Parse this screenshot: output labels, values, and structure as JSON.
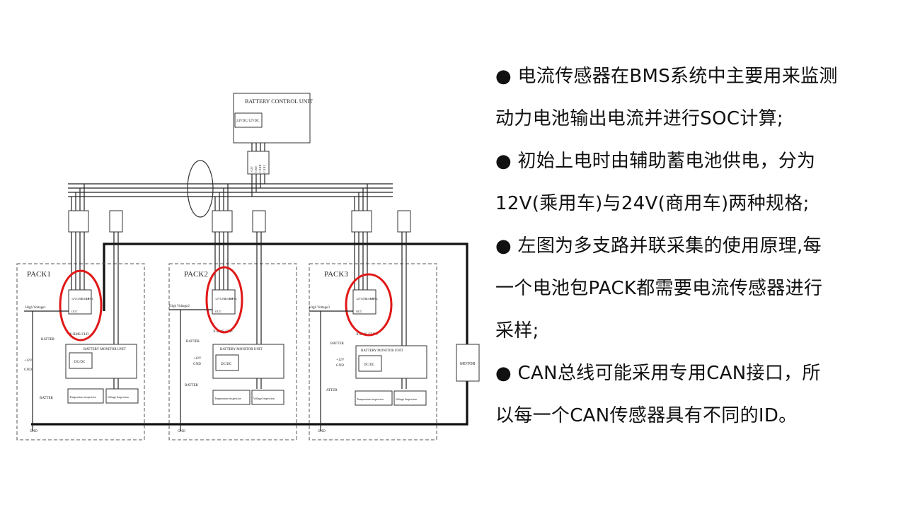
{
  "diagram": {
    "control_unit": {
      "title": "BATTERY CONTROL UNIT",
      "inner_label": "24VDC/12VDC"
    },
    "harness_labels": [
      "+12V",
      "GND",
      "CANH",
      "CANL"
    ],
    "packs": [
      {
        "name": "PACK1",
        "high_voltage": "High Voltage1",
        "sensor": "X-BMS-CLD",
        "sensor_pins": [
          "12V",
          "GND",
          "CANH",
          "CANL",
          "OUT"
        ],
        "monitor": "BATTERY MONITOR UNIT",
        "dcdc": "DC/DC",
        "temp": "Temperature inspection",
        "volt": "Voltage Inspection",
        "side_labels": [
          "BATTER",
          "+12V",
          "GND",
          "BATTER",
          "GND"
        ]
      },
      {
        "name": "PACK2",
        "high_voltage": "High Voltage2",
        "sensor": "X-BMS-CLD",
        "sensor_pins": [
          "12V",
          "GND",
          "CANH",
          "CANL",
          "OUT"
        ],
        "monitor": "BATTERY MONITOR UNIT",
        "dcdc": "DC/DC",
        "temp": "Temperature inspection",
        "volt": "Voltage Inspection",
        "side_labels": [
          "BATTER",
          "+12V",
          "GND",
          "BATTER",
          "GND"
        ]
      },
      {
        "name": "PACK3",
        "high_voltage": "High Voltage3",
        "sensor": "X-BMS-CLDC",
        "sensor_pins": [
          "12V",
          "GND",
          "CANH",
          "CANL",
          "OUT"
        ],
        "monitor": "BATTERY MONITOR UNIT",
        "dcdc": "DC/DC",
        "temp": "Temperature inspection",
        "volt": "Voltage Inspection",
        "side_labels": [
          "BATTER",
          "+12V",
          "GND",
          "ATTER",
          "GND"
        ]
      }
    ],
    "motor": "MOTOR"
  },
  "text_panel": {
    "lines": [
      "● 电流传感器在BMS系统中主要用来监测",
      "动力电池输出电流并进行SOC计算;",
      "● 初始上电时由辅助蓄电池供电，分为",
      "12V(乘用车)与24V(商用车)两种规格;",
      "● 左图为多支路并联采集的使用原理,每",
      "一个电池包PACK都需要电流传感器进行",
      "采样;",
      "● CAN总线可能采用专用CAN接口，所",
      "以每一个CAN传感器具有不同的ID。"
    ]
  },
  "colors": {
    "highlight": "#e01818",
    "text": "#111111",
    "wire": "#222222"
  }
}
